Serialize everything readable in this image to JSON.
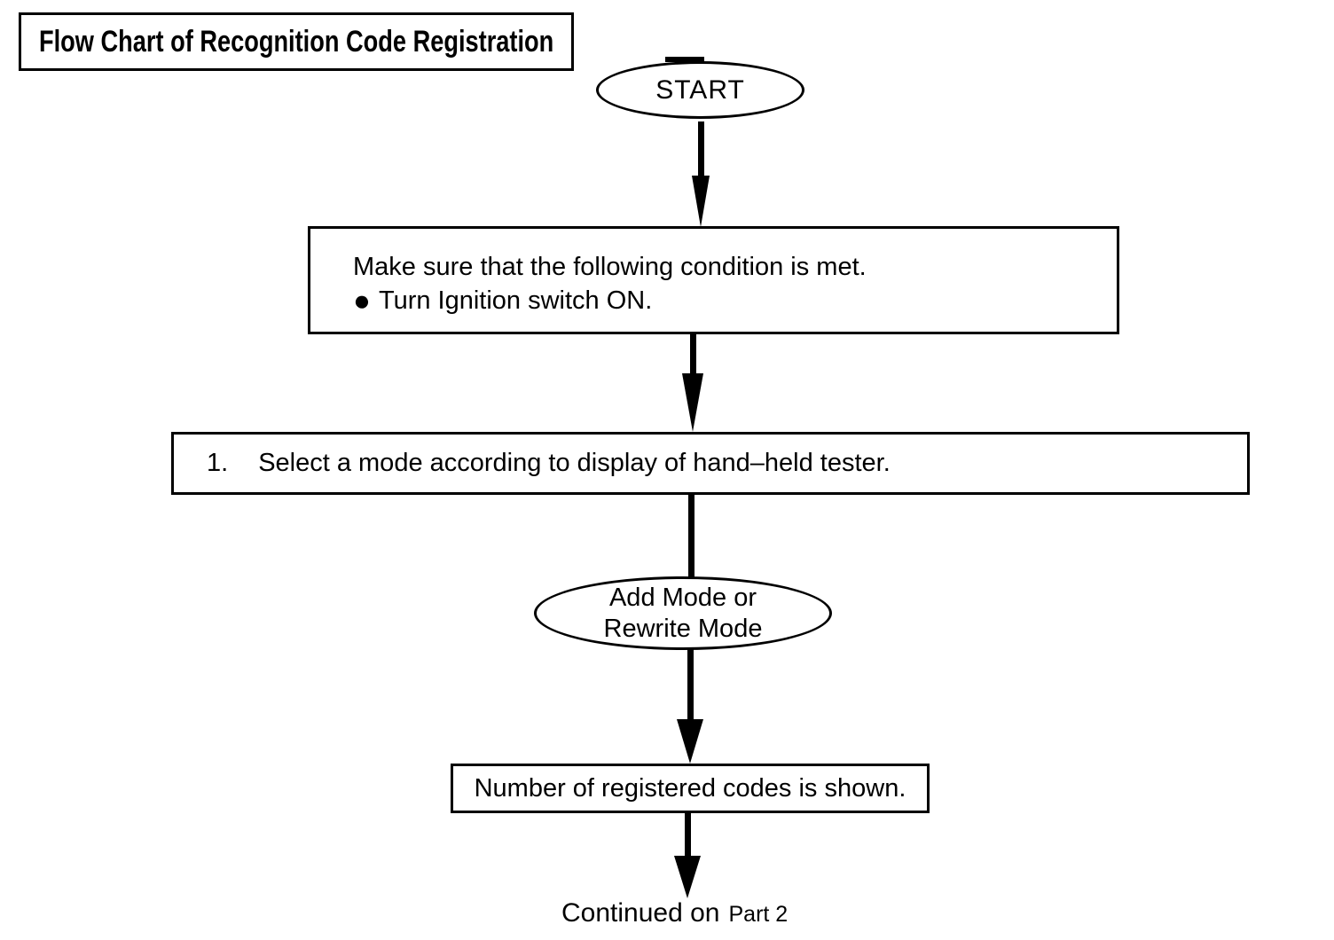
{
  "colors": {
    "ink": "#000000",
    "background": "#ffffff"
  },
  "diagram": {
    "title": "Flow Chart of Recognition Code Registration",
    "start_node": {
      "label": "START"
    },
    "condition_box": {
      "line1": "Make sure that the following condition is met.",
      "bullet_icon": "●",
      "line2": "Turn Ignition switch ON."
    },
    "select_mode_box": {
      "number": "1.",
      "text": "Select a mode according to display of hand–held tester."
    },
    "mode_ellipse": {
      "line1": "Add Mode or",
      "line2": "Rewrite Mode"
    },
    "registered_codes_box": {
      "text": "Number of registered codes is shown."
    },
    "continuation": {
      "text": "Continued on",
      "target": "Part 2"
    }
  }
}
